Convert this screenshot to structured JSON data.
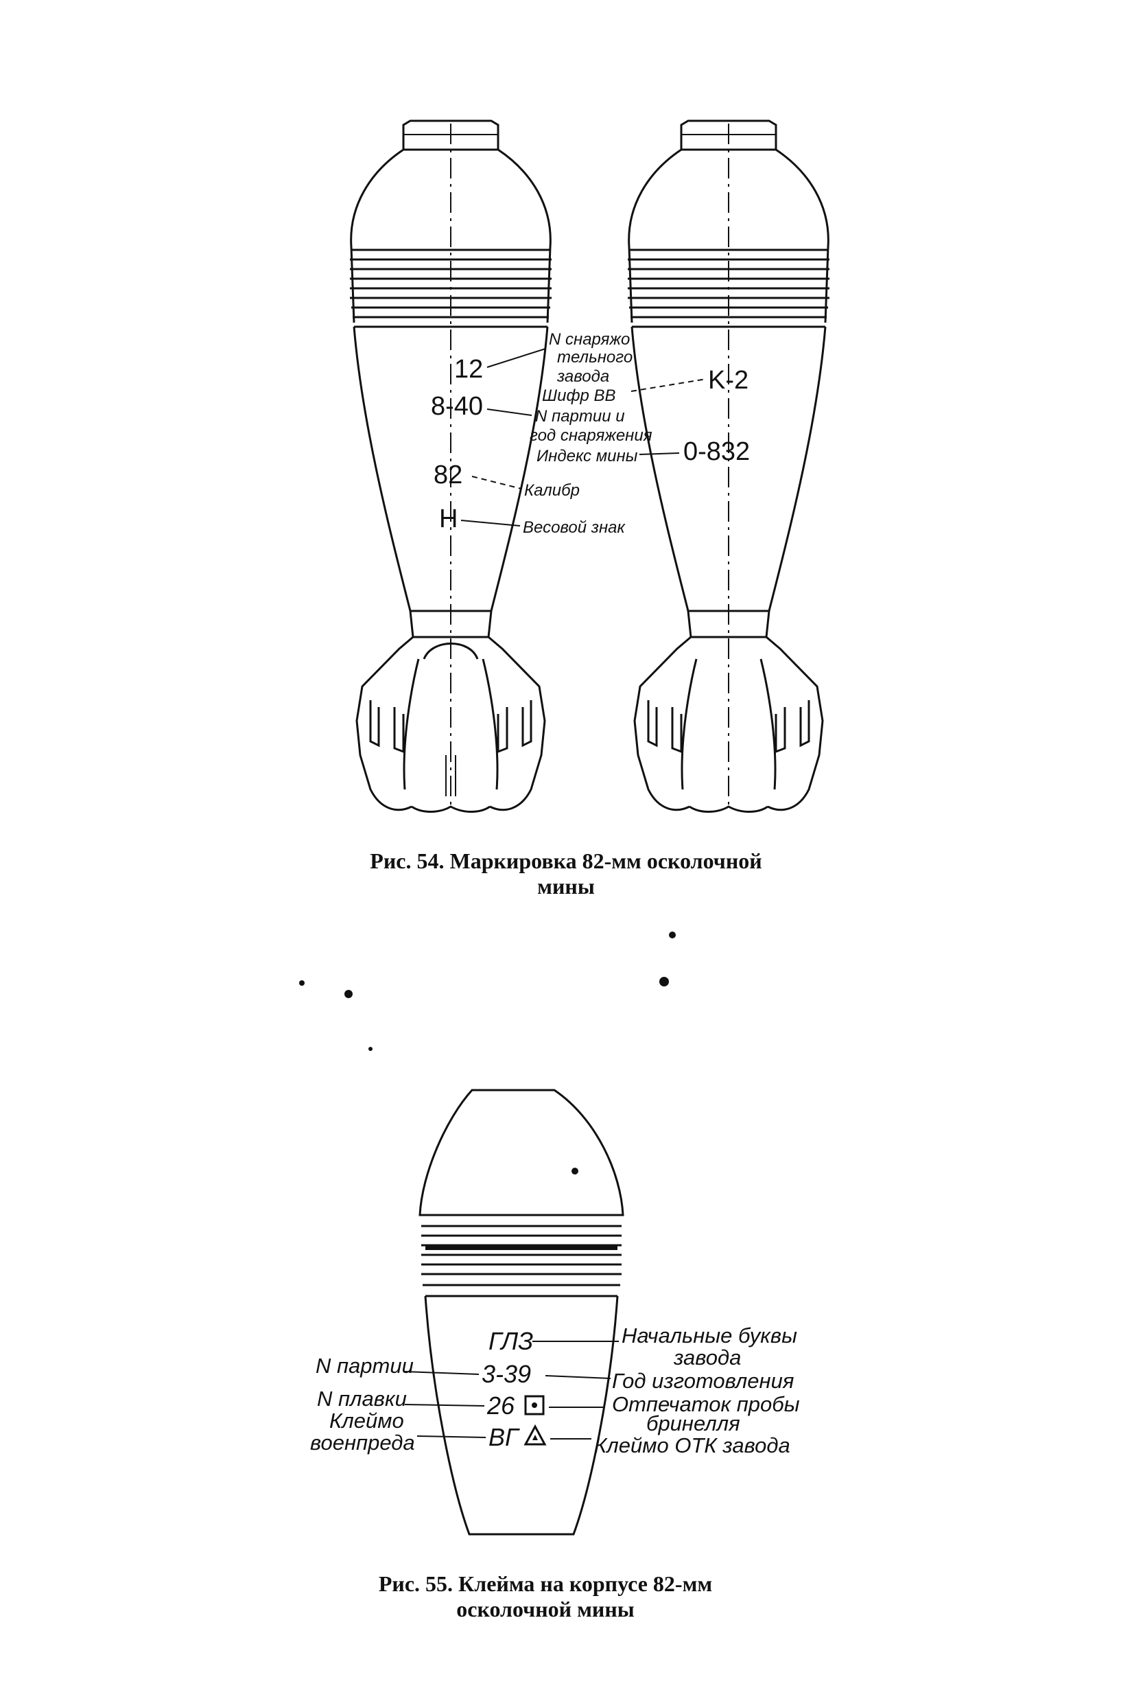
{
  "figure1": {
    "caption_line1": "Рис. 54. Маркировка 82-мм осколочной",
    "caption_line2": "мины",
    "left_markings": [
      "12",
      "8-40",
      "82",
      "H"
    ],
    "right_markings": [
      "K-2",
      "0-832"
    ],
    "labels": {
      "plant_l1": "N снаряжо",
      "plant_l2": "тельного",
      "plant_l3": "завода",
      "explosive_code": "Шифр ВВ",
      "lot_l1": "N партии и",
      "lot_l2": "год снаряжения",
      "mine_index": "Индекс мины",
      "caliber": "Калибр",
      "weight_sign": "Весовой знак"
    }
  },
  "figure2": {
    "caption_line1": "Рис. 55. Клейма на корпусе 82-мм",
    "caption_line2": "осколочной мины",
    "markings": {
      "plant": "ГЛЗ",
      "lot": "3-39",
      "melt": "26",
      "stamp": "ВГ"
    },
    "labels": {
      "initials_l1": "Начальные буквы",
      "initials_l2": "завода",
      "year": "Год изготовления",
      "brinell_l1": "Отпечаток пробы",
      "brinell_l2": "бринелля",
      "otk": "Клеймо ОТК завода",
      "lot": "N партии",
      "melt": "N плавки",
      "stamp_l1": "Клеймо",
      "stamp_l2": "военпреда"
    }
  }
}
